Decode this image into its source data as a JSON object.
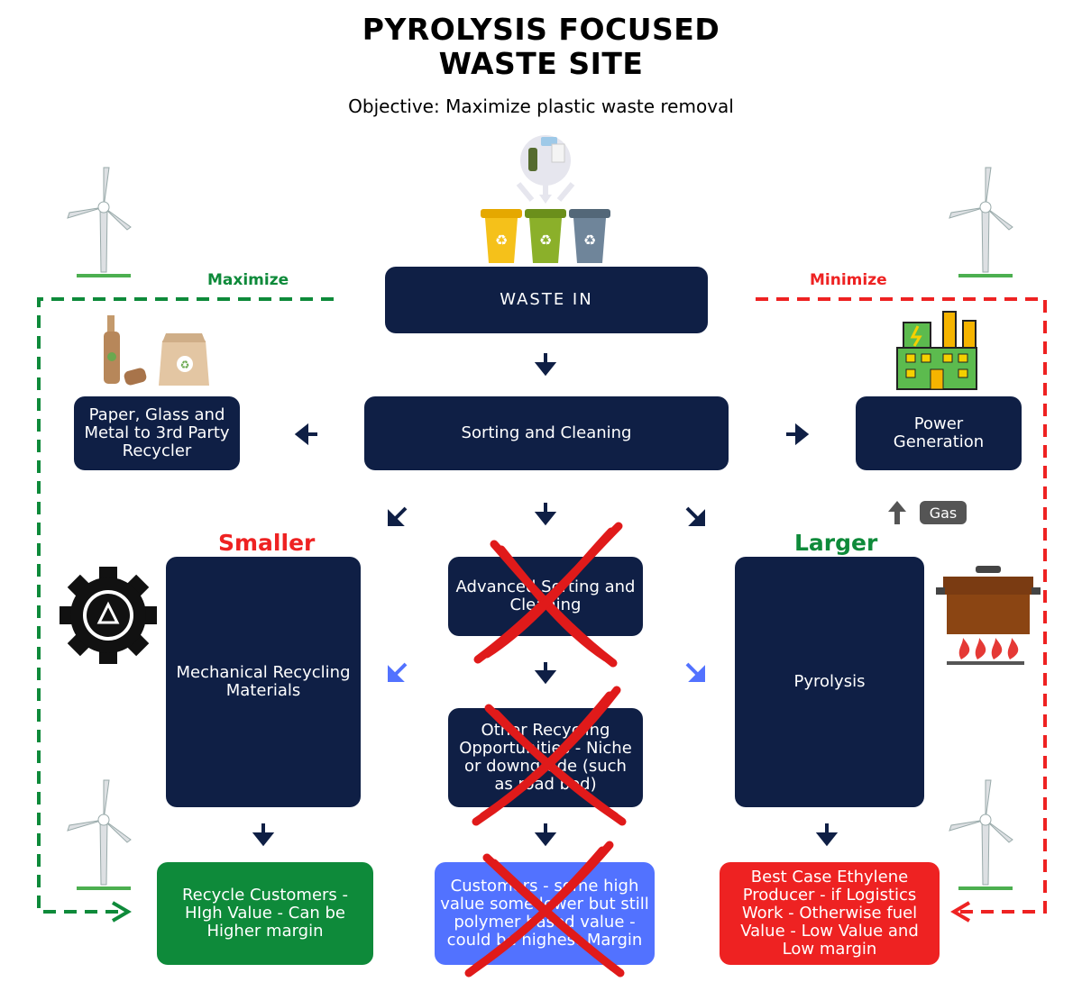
{
  "title": {
    "line1": "PYROLYSIS FOCUSED",
    "line2": "WASTE SITE"
  },
  "objective": "Objective: Maximize plastic waste removal",
  "labels": {
    "maximize": "Maximize",
    "minimize": "Minimize",
    "smaller": "Smaller",
    "larger": "Larger",
    "gas": "Gas"
  },
  "boxes": {
    "waste_in": "WASTE IN",
    "sorting": "Sorting and Cleaning",
    "paper_glass": "Paper, Glass and Metal  to 3rd Party Recycler",
    "power": "Power Generation",
    "mechanical": "Mechanical Recycling Materials",
    "advanced": "Advanced Sorting and Cleaning",
    "other": "Other Recycling Opportunities - Niche or downgrade (such as road bed)",
    "pyrolysis": "Pyrolysis",
    "recycle_customers": "Recycle Customers - HIgh Value - Can be Higher margin",
    "customers_mid": "Customers - some high value some lower but still polymer based value - could be highest Margin",
    "ethylene": "Best Case Ethylene Producer - if Logistics Work - Otherwise fuel Value - Low Value and Low margin"
  },
  "colors": {
    "navy": "#0f1f45",
    "green": "#0e8a3a",
    "red": "#ee2222",
    "blue": "#5272ff"
  },
  "icons": [
    "wind-turbine-icon",
    "waste-bins-icon",
    "recyclable-bottle-bag-icon",
    "factory-icon",
    "gear-recycle-icon",
    "cooking-pot-fire-icon",
    "red-x-mark"
  ]
}
